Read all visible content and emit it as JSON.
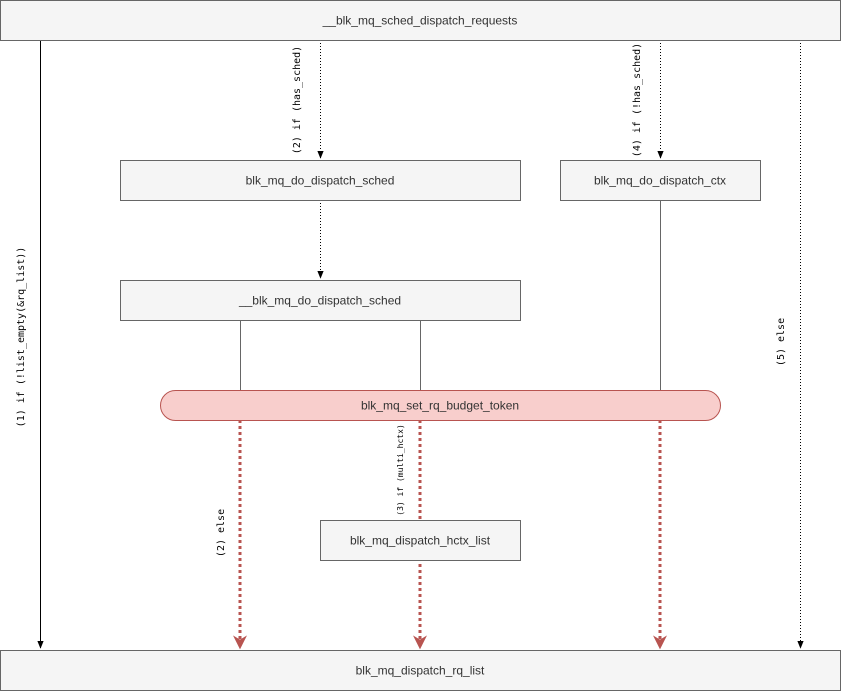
{
  "colors": {
    "box_fill": "#f5f5f5",
    "box_stroke": "#666666",
    "highlight_fill": "#f8cecc",
    "highlight_stroke": "#b85450",
    "line": "#000000",
    "dotted_red": "#b85450"
  },
  "nodes": {
    "top": "__blk_mq_sched_dispatch_requests",
    "do_dispatch_sched": "blk_mq_do_dispatch_sched",
    "do_dispatch_ctx": "blk_mq_do_dispatch_ctx",
    "inner_do_dispatch_sched": "__blk_mq_do_dispatch_sched",
    "set_rq_budget_token": "blk_mq_set_rq_budget_token",
    "dispatch_hctx_list": "blk_mq_dispatch_hctx_list",
    "dispatch_rq_list": "blk_mq_dispatch_rq_list"
  },
  "edge_labels": {
    "list_empty": "(1) if (!list_empty(&rq_list))",
    "has_sched": "(2) if (has_sched)",
    "not_has_sched": "(4) if (!has_sched)",
    "else5": "(5) else",
    "else2": "(2) else",
    "multi_hctx": "(3) if (multi_hctx)"
  }
}
